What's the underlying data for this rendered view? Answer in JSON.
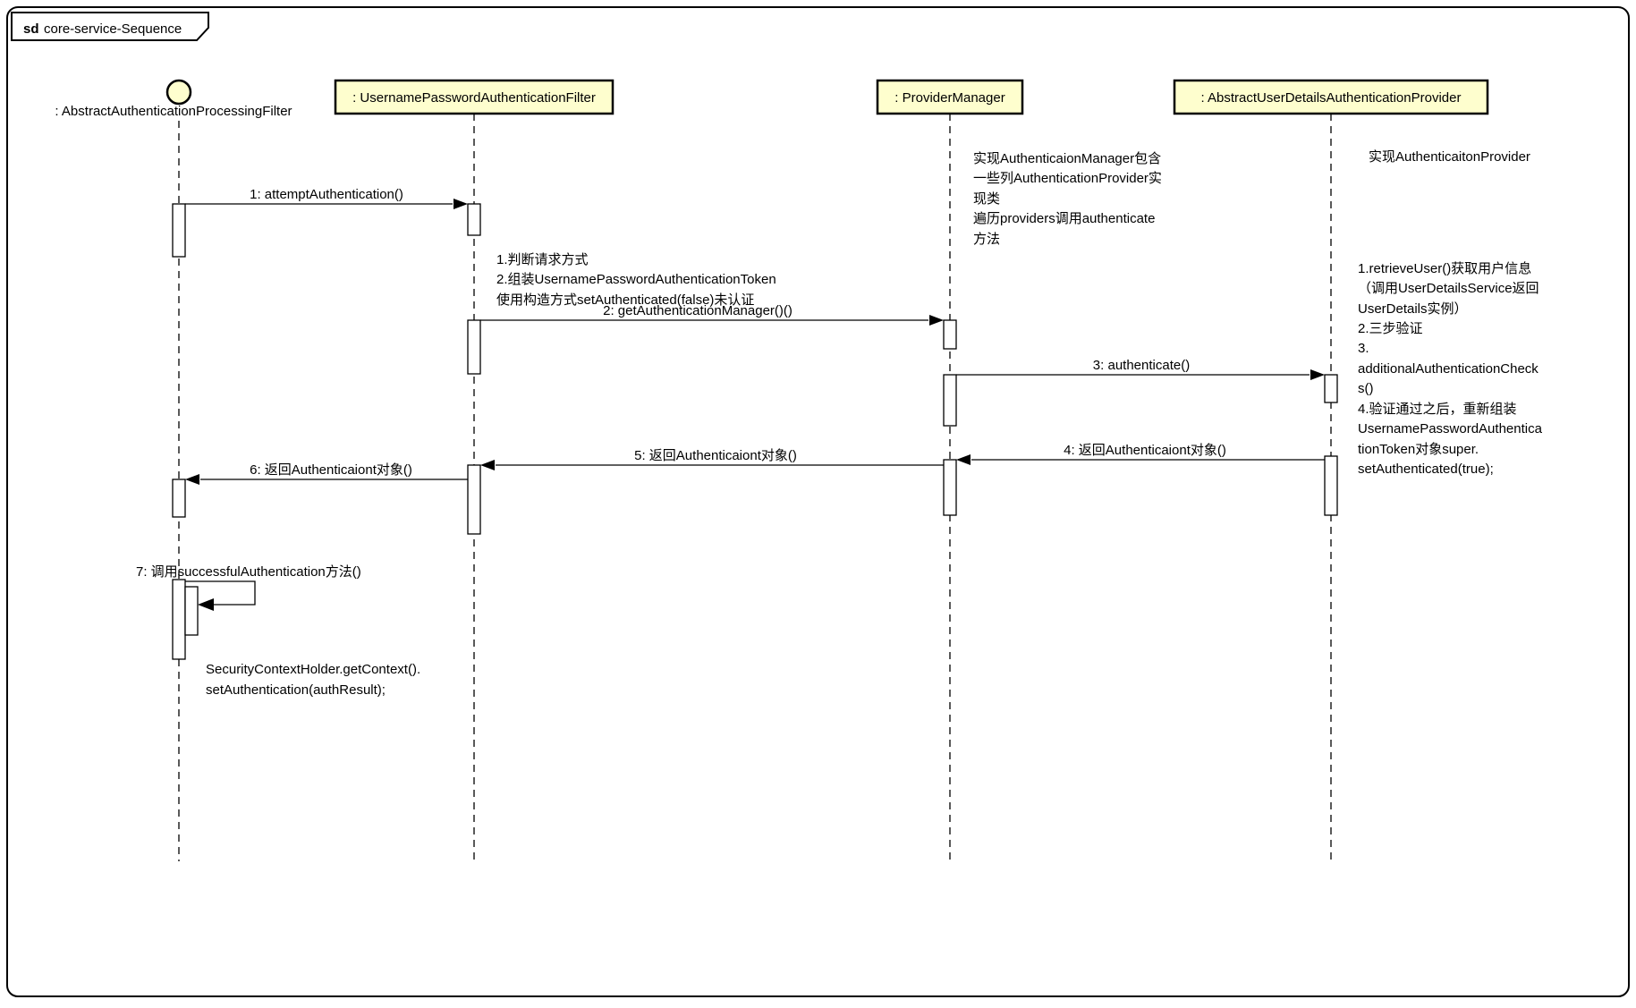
{
  "frame": {
    "keyword": "sd",
    "title": "core-service-Sequence"
  },
  "colors": {
    "head_fill": "#fefece",
    "stroke": "#000000",
    "background": "#ffffff"
  },
  "lifelines": [
    {
      "label": ": AbstractAuthenticationProcessingFilter",
      "head": "circle"
    },
    {
      "label": ": UsernamePasswordAuthenticationFilter",
      "head": "box"
    },
    {
      "label": ": ProviderManager",
      "head": "box"
    },
    {
      "label": ": AbstractUserDetailsAuthenticationProvider",
      "head": "box"
    }
  ],
  "messages": [
    {
      "label": "1: attemptAuthentication()",
      "from": "AbstractAuthenticationProcessingFilter",
      "to": "UsernamePasswordAuthenticationFilter"
    },
    {
      "label": "2: getAuthenticationManager()()",
      "from": "UsernamePasswordAuthenticationFilter",
      "to": "ProviderManager"
    },
    {
      "label": "3: authenticate()",
      "from": "ProviderManager",
      "to": "AbstractUserDetailsAuthenticationProvider"
    },
    {
      "label": "4: 返回Authenticaiont对象()",
      "from": "AbstractUserDetailsAuthenticationProvider",
      "to": "ProviderManager"
    },
    {
      "label": "5: 返回Authenticaiont对象()",
      "from": "ProviderManager",
      "to": "UsernamePasswordAuthenticationFilter"
    },
    {
      "label": "6: 返回Authenticaiont对象()",
      "from": "UsernamePasswordAuthenticationFilter",
      "to": "AbstractAuthenticationProcessingFilter"
    },
    {
      "label": "7: 调用successfulAuthentication方法()",
      "from": "AbstractAuthenticationProcessingFilter",
      "to": "AbstractAuthenticationProcessingFilter"
    }
  ],
  "notes": {
    "provider_manager": {
      "lines": [
        "实现AuthenticaionManager包含",
        "一些列AuthenticationProvider实",
        "现类",
        "遍历providers调用authenticate",
        "方法"
      ]
    },
    "provider": {
      "lines": [
        "实现AuthenticaitonProvider"
      ]
    },
    "filter_steps": {
      "lines": [
        "1.判断请求方式",
        "2.组装UsernamePasswordAuthenticationToken",
        "使用构造方式setAuthenticated(false)未认证"
      ]
    },
    "retrieve_user": {
      "lines": [
        "1.retrieveUser()获取用户信息",
        "（调用UserDetailsService返回",
        "UserDetails实例）",
        "2.三步验证",
        "3.",
        "additionalAuthenticationCheck",
        "s()",
        "4.验证通过之后，重新组装",
        "UsernamePasswordAuthentica",
        "tionToken对象super.",
        "setAuthenticated(true);"
      ]
    },
    "security_context": {
      "lines": [
        "SecurityContextHolder.getContext().",
        "setAuthentication(authResult);"
      ]
    }
  }
}
